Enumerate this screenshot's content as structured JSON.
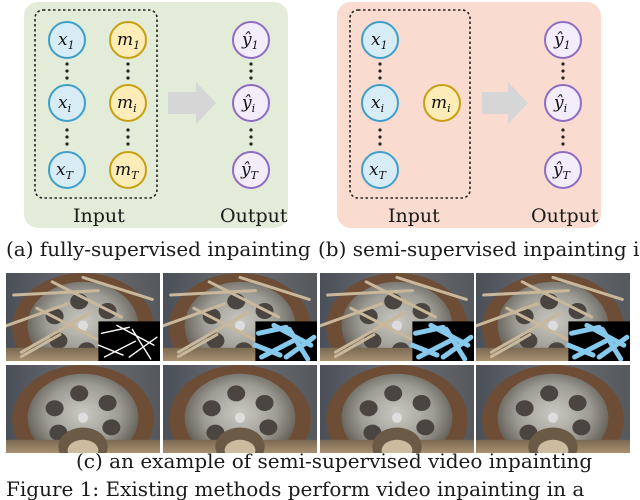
{
  "colors": {
    "panel_a_bg": "#e3ebd9",
    "panel_b_bg": "#f9dccf",
    "x_node_fill": "#d7ecf5",
    "x_node_stroke": "#3f9fcb",
    "m_node_fill": "#fbecb8",
    "m_node_stroke": "#c99f12",
    "y_node_fill": "#f2ecfb",
    "y_node_stroke": "#8e6cc4",
    "arrow": "#d6d6d6",
    "mask_color": "#86c9ec"
  },
  "panel_a": {
    "nodes": {
      "x": [
        {
          "base": "x",
          "sub": "1"
        },
        {
          "base": "x",
          "sub": "i"
        },
        {
          "base": "x",
          "sub": "T"
        }
      ],
      "m": [
        {
          "base": "m",
          "sub": "1"
        },
        {
          "base": "m",
          "sub": "i"
        },
        {
          "base": "m",
          "sub": "T"
        }
      ],
      "y": [
        {
          "base": "ŷ",
          "sub": "1"
        },
        {
          "base": "ŷ",
          "sub": "i"
        },
        {
          "base": "ŷ",
          "sub": "T"
        }
      ]
    },
    "input_label": "Input",
    "output_label": "Output",
    "caption": "(a) fully-supervised inpainting"
  },
  "panel_b": {
    "nodes": {
      "x": [
        {
          "base": "x",
          "sub": "1"
        },
        {
          "base": "x",
          "sub": "i"
        },
        {
          "base": "x",
          "sub": "T"
        }
      ],
      "m": [
        {
          "base": "m",
          "sub": "i"
        }
      ],
      "y": [
        {
          "base": "ŷ",
          "sub": "1"
        },
        {
          "base": "ŷ",
          "sub": "i"
        },
        {
          "base": "ŷ",
          "sub": "T"
        }
      ]
    },
    "input_label": "Input",
    "output_label": "Output",
    "caption": "(b) semi-supervised inpainting in e"
  },
  "example_caption": "(c) an example of semi-supervised video inpainting",
  "figure_caption": "Figure 1: Existing methods perform video inpainting in a"
}
